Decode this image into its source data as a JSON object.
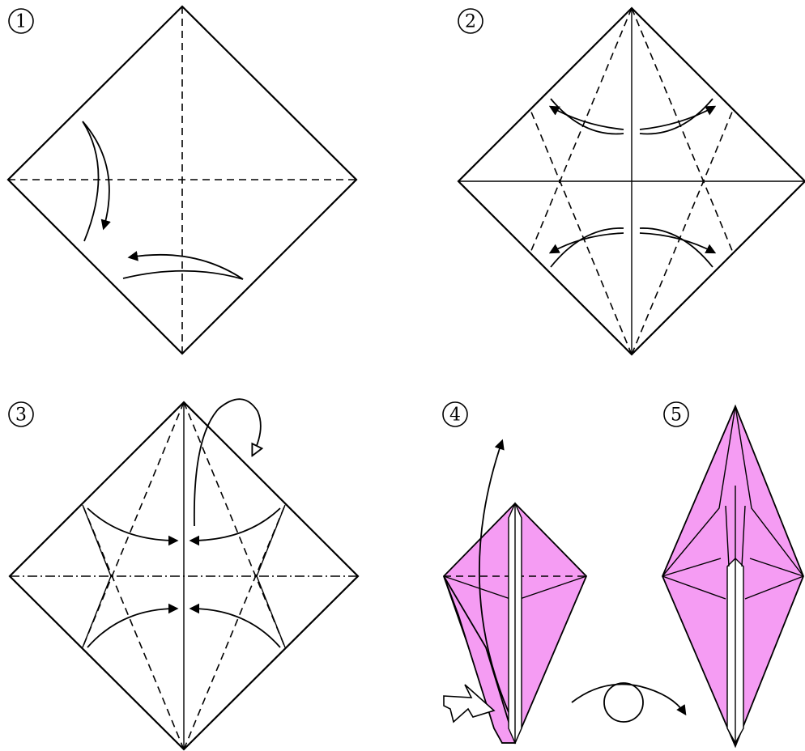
{
  "colors": {
    "paper_front": "#ffffff",
    "paper_back": "#f59cf3",
    "line": "#000000"
  },
  "steps": [
    {
      "number": "1"
    },
    {
      "number": "2"
    },
    {
      "number": "3"
    },
    {
      "number": "4"
    },
    {
      "number": "5"
    }
  ],
  "icons": {
    "turn_over": "turn-over-icon",
    "push_in": "push-arrow-icon",
    "fold_behind": "fold-behind-arrow-icon"
  }
}
